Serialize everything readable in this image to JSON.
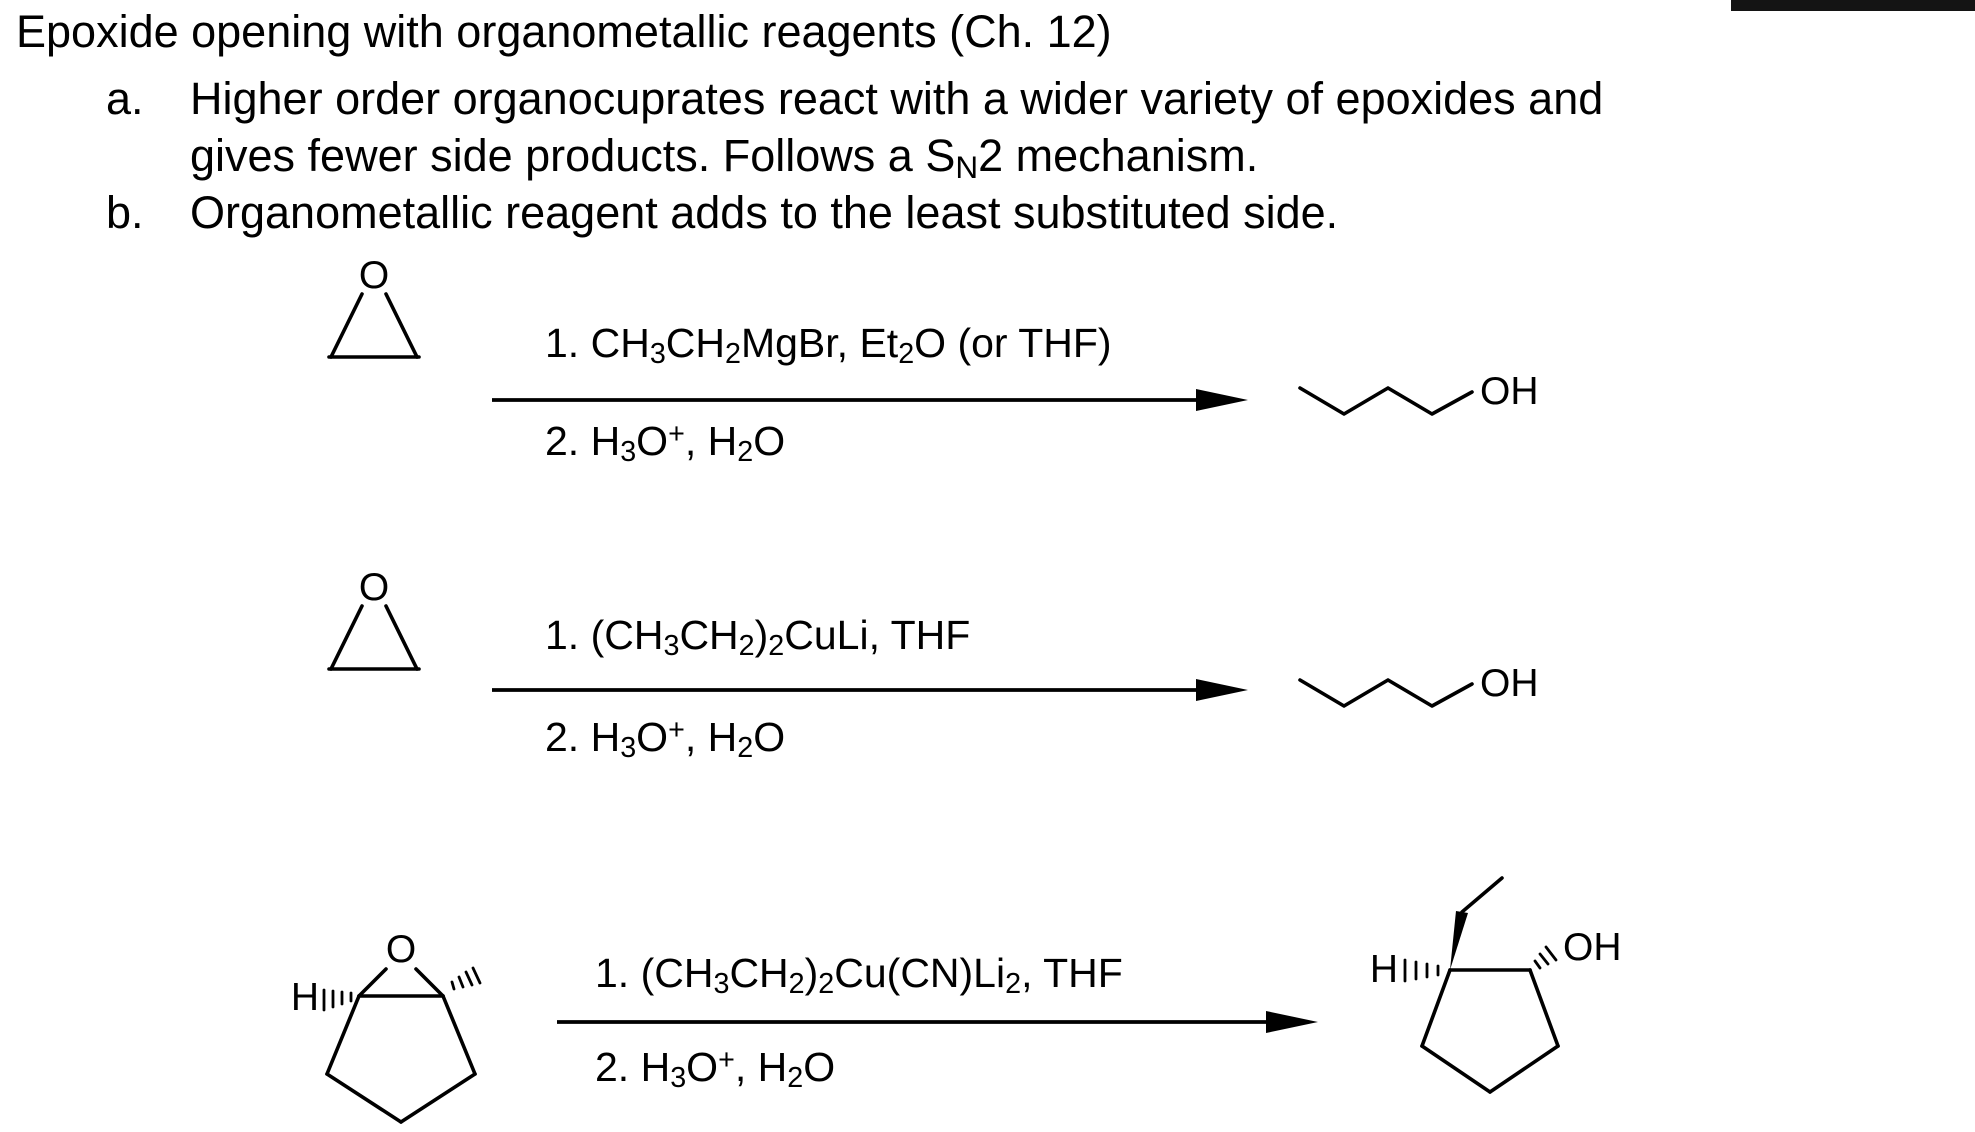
{
  "title": "Epoxide opening with organometallic reagents (Ch. 12)",
  "list": {
    "a_marker": "a.",
    "a_text": [
      {
        "t": "Higher order organocuprates react with a wider variety of epoxides and"
      },
      {
        "br": true
      },
      {
        "t": "gives fewer side products. Follows a S"
      },
      {
        "t": "N",
        "sub": true
      },
      {
        "t": "2 mechanism."
      }
    ],
    "b_marker": "b.",
    "b_text": "Organometallic reagent adds to the least substituted side."
  },
  "labels": {
    "oxygen": "O",
    "hydroxyl": "OH",
    "hydrogen": "H"
  },
  "reactions": [
    {
      "step1": [
        {
          "t": "1. CH"
        },
        {
          "t": "3",
          "sub": true
        },
        {
          "t": "CH"
        },
        {
          "t": "2",
          "sub": true
        },
        {
          "t": "MgBr, Et"
        },
        {
          "t": "2",
          "sub": true
        },
        {
          "t": "O (or THF)"
        }
      ],
      "step2": [
        {
          "t": "2. H"
        },
        {
          "t": "3",
          "sub": true
        },
        {
          "t": "O"
        },
        {
          "t": "+",
          "sup": true
        },
        {
          "t": ", H"
        },
        {
          "t": "2",
          "sub": true
        },
        {
          "t": "O"
        }
      ]
    },
    {
      "step1": [
        {
          "t": "1. (CH"
        },
        {
          "t": "3",
          "sub": true
        },
        {
          "t": "CH"
        },
        {
          "t": "2",
          "sub": true
        },
        {
          "t": ")"
        },
        {
          "t": "2",
          "sub": true
        },
        {
          "t": "CuLi, THF"
        }
      ],
      "step2": [
        {
          "t": "2. H"
        },
        {
          "t": "3",
          "sub": true
        },
        {
          "t": "O"
        },
        {
          "t": "+",
          "sup": true
        },
        {
          "t": ", H"
        },
        {
          "t": "2",
          "sub": true
        },
        {
          "t": "O"
        }
      ]
    },
    {
      "step1": [
        {
          "t": "1. (CH"
        },
        {
          "t": "3",
          "sub": true
        },
        {
          "t": "CH"
        },
        {
          "t": "2",
          "sub": true
        },
        {
          "t": ")"
        },
        {
          "t": "2",
          "sub": true
        },
        {
          "t": "Cu(CN)Li"
        },
        {
          "t": "2",
          "sub": true
        },
        {
          "t": ", THF"
        }
      ],
      "step2": [
        {
          "t": "2. H"
        },
        {
          "t": "3",
          "sub": true
        },
        {
          "t": "O"
        },
        {
          "t": "+",
          "sup": true
        },
        {
          "t": ", H"
        },
        {
          "t": "2",
          "sub": true
        },
        {
          "t": "O"
        }
      ]
    }
  ]
}
